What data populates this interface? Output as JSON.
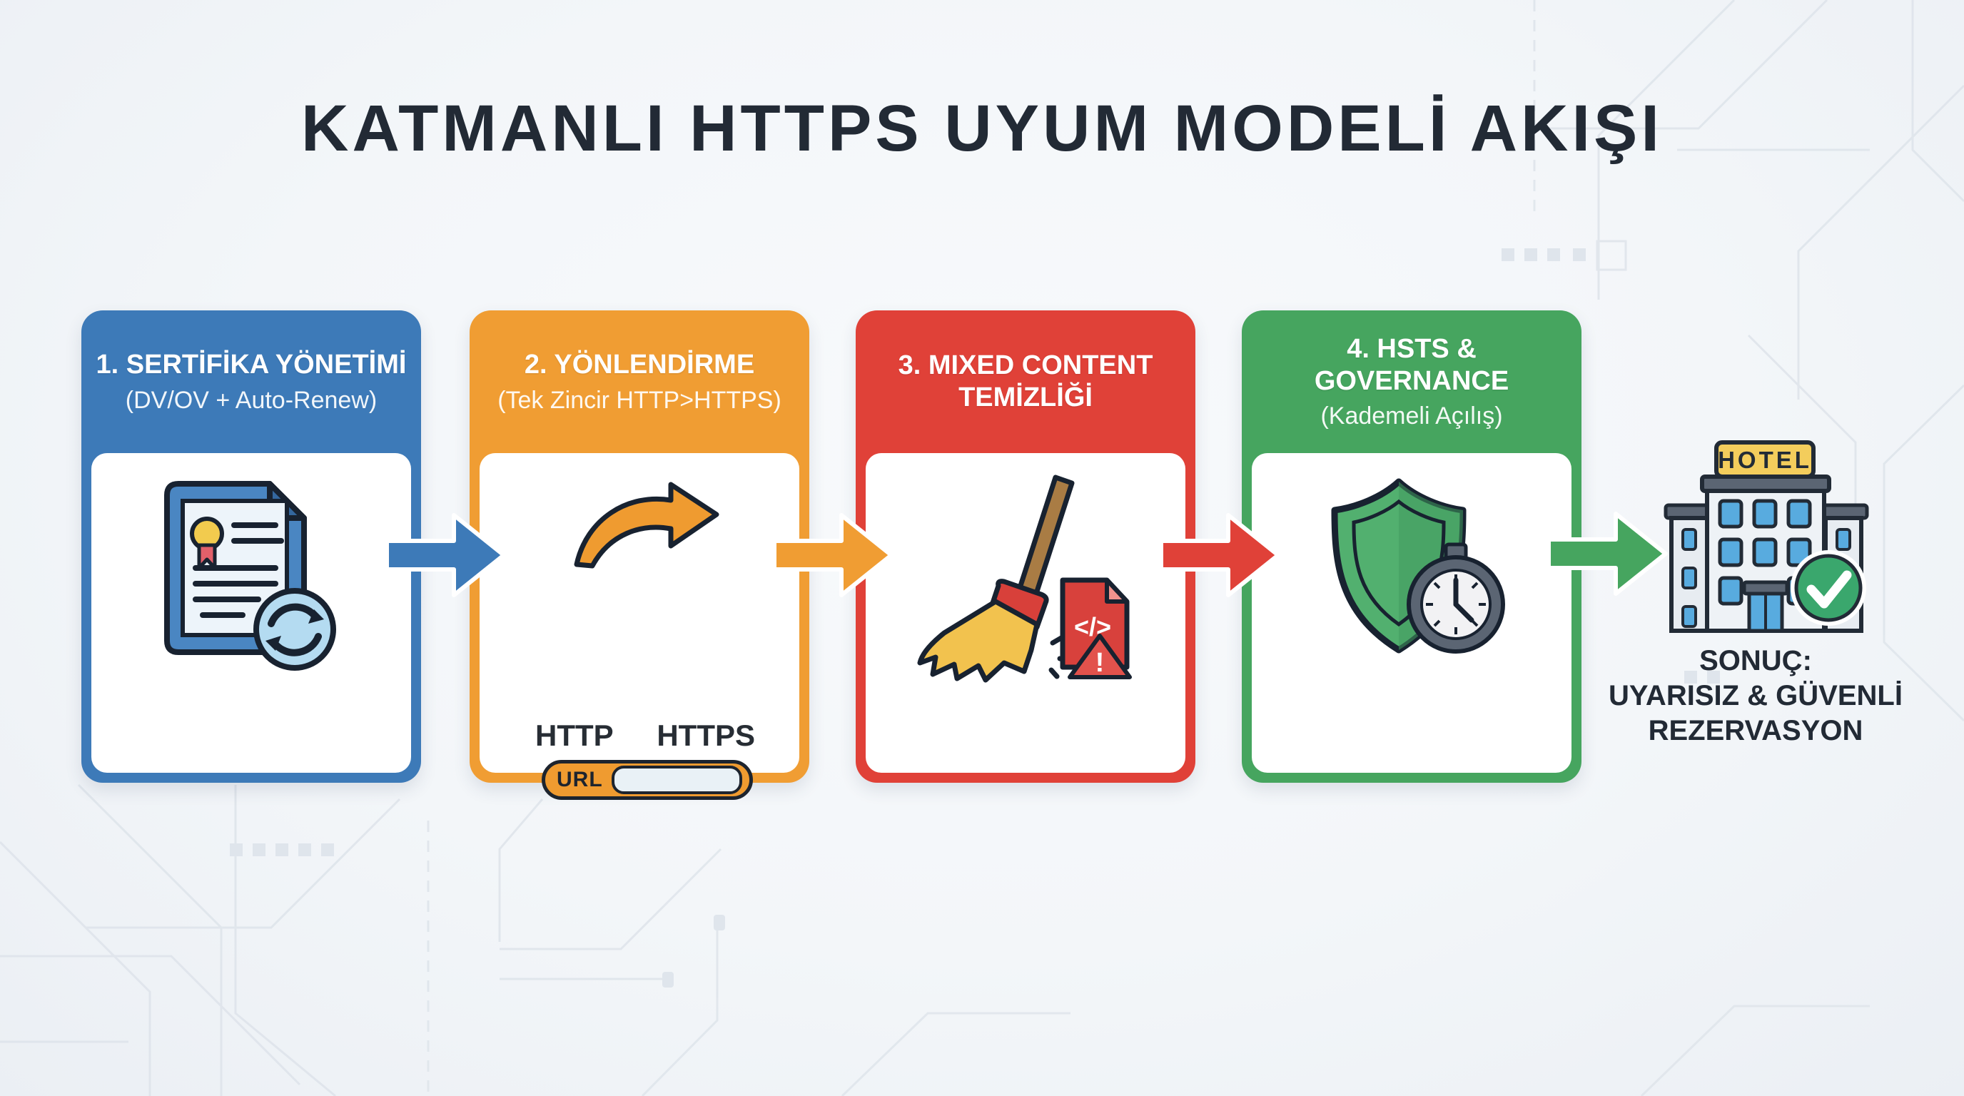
{
  "title": "KATMANLI HTTPS UYUM MODELİ AKIŞI",
  "steps": [
    {
      "title": "1. SERTİFİKA YÖNETİMİ",
      "subtitle": "(DV/OV + Auto-Renew)",
      "color": "#3d7ab8",
      "icon": "certificate-autorenew-icon"
    },
    {
      "title": "2. YÖNLENDİRME",
      "subtitle": "(Tek Zincir HTTP>HTTPS)",
      "color": "#f09d33",
      "icon": "redirect-http-to-https-icon",
      "icon_labels": {
        "from": "HTTP",
        "to": "HTTPS",
        "url": "URL"
      }
    },
    {
      "title": "3. MIXED CONTENT TEMİZLİĞİ",
      "subtitle": "",
      "color": "#e04138",
      "icon": "broom-sweep-code-icon",
      "icon_labels": {
        "code": "</>",
        "warning": "!"
      }
    },
    {
      "title": "4. HSTS & GOVERNANCE",
      "subtitle": "(Kademeli Açılış)",
      "color": "#46a55f",
      "icon": "shield-stopwatch-icon"
    }
  ],
  "arrows": [
    "#3d7ab8",
    "#f09d33",
    "#e04138",
    "#46a55f"
  ],
  "result": {
    "hotel_sign": "HOTEL",
    "line1": "SONUÇ:",
    "line2": "UYARISIZ & GÜVENLİ",
    "line3": "REZERVASYON"
  }
}
